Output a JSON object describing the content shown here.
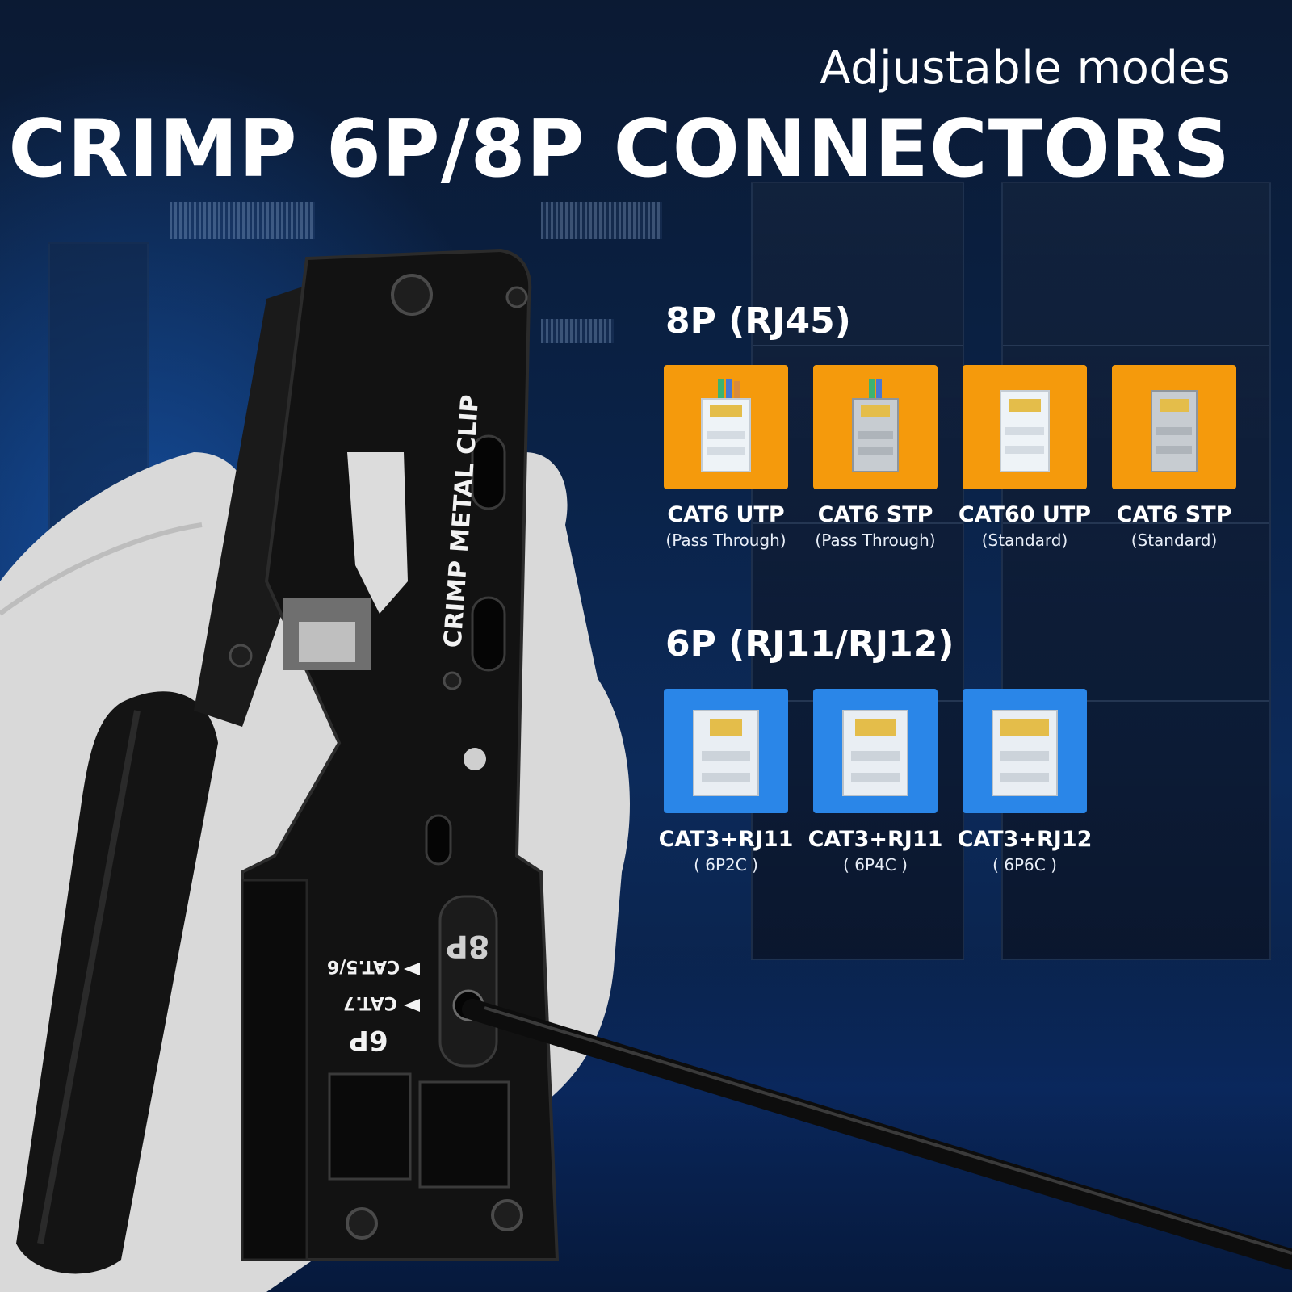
{
  "header": {
    "subtitle": "Adjustable modes",
    "title": "CRIMP 6P/8P CONNECTORS"
  },
  "colors": {
    "orange_tile": "#f59a0c",
    "blue_tile": "#2a86e8",
    "background": "#0a2247",
    "text": "#ffffff"
  },
  "groups": [
    {
      "title": "8P (RJ45)",
      "items": [
        {
          "name": "CAT6 UTP",
          "detail": "(Pass Through)",
          "icon": "rj45-utp-connector-icon"
        },
        {
          "name": "CAT6 STP",
          "detail": "(Pass Through)",
          "icon": "rj45-stp-connector-icon"
        },
        {
          "name": "CAT60 UTP",
          "detail": "(Standard)",
          "icon": "rj45-utp-connector-icon"
        },
        {
          "name": "CAT6 STP",
          "detail": "(Standard)",
          "icon": "rj45-stp-connector-icon"
        }
      ]
    },
    {
      "title": "6P (RJ11/RJ12)",
      "items": [
        {
          "name": "CAT3+RJ11",
          "detail": "( 6P2C )",
          "icon": "rj11-connector-icon"
        },
        {
          "name": "CAT3+RJ11",
          "detail": "( 6P4C )",
          "icon": "rj11-connector-icon"
        },
        {
          "name": "CAT3+RJ12",
          "detail": "( 6P6C )",
          "icon": "rj12-connector-icon"
        }
      ]
    }
  ],
  "tool": {
    "clip_text": "CRIMP METAL CLIP",
    "port_8p": "8P",
    "port_6p": "6P",
    "mark_cat56": "CAT.5/6",
    "mark_cat7": "CAT.7"
  }
}
